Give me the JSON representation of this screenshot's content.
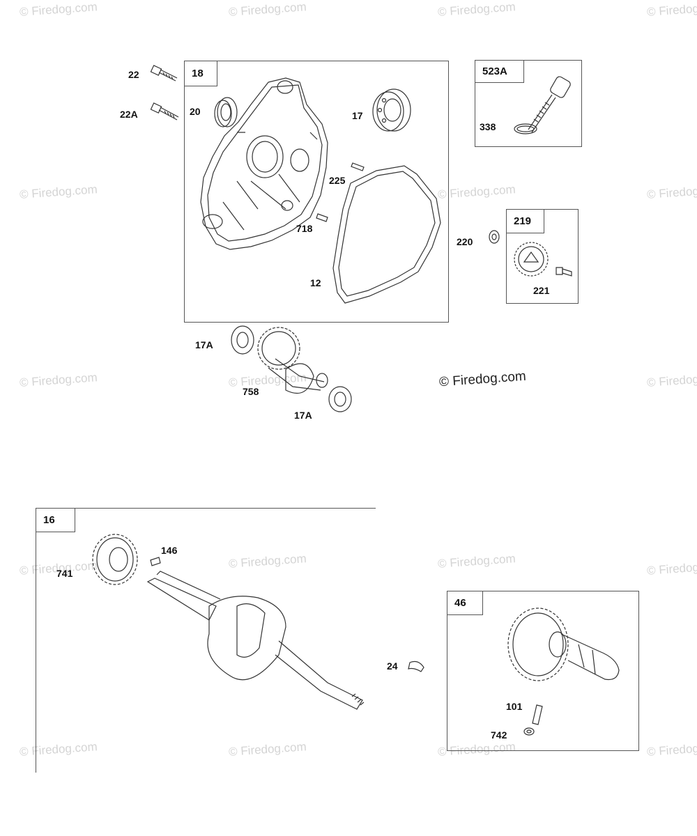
{
  "watermark": {
    "text": "© Firedog.com"
  },
  "groups": {
    "crankcase_cover": {
      "ref": "18"
    },
    "oil_fill_plug": {
      "ref": "523A"
    },
    "oil_pump": {
      "ref": "219"
    },
    "crankshaft": {
      "ref": "16"
    },
    "camshaft": {
      "ref": "46"
    }
  },
  "callouts": {
    "c22": "22",
    "c22a": "22A",
    "c20": "20",
    "c17": "17",
    "c225": "225",
    "c718": "718",
    "c12": "12",
    "c338": "338",
    "c220": "220",
    "c221": "221",
    "c17a_top": "17A",
    "c758": "758",
    "c17a_bottom": "17A",
    "c741": "741",
    "c146": "146",
    "c24": "24",
    "c101": "101",
    "c742": "742"
  },
  "icons": [
    "bolt",
    "oil-seal",
    "bearing",
    "dowel-pin",
    "gasket",
    "dipstick",
    "o-ring",
    "washer",
    "gear",
    "crankshaft",
    "camshaft",
    "key"
  ]
}
